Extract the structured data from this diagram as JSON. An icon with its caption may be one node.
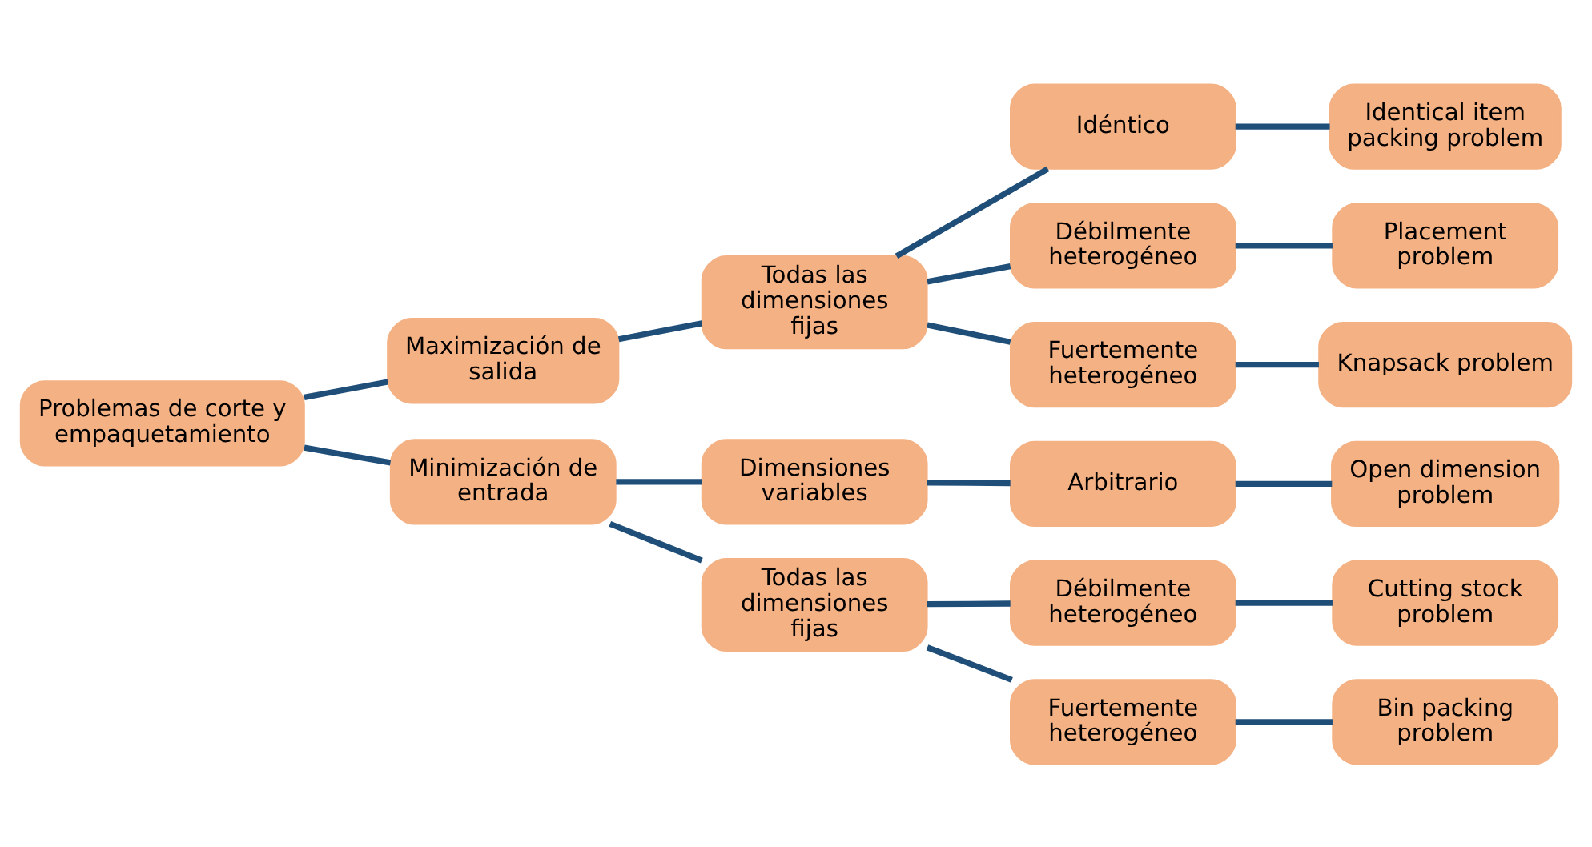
{
  "diagram": {
    "nodes": [
      {
        "text": [
          "Problemas de corte y empaquetamiento"
        ]
      },
      {
        "text": [
          "Maximización de salida"
        ]
      },
      {
        "text": [
          "Todas las dimensiones fijas"
        ]
      },
      {
        "text": [
          "Idéntico"
        ]
      },
      {
        "text": [
          "Identical item packing problem"
        ]
      },
      {
        "text": [
          "Débilmente heterogéneo"
        ]
      },
      {
        "text": [
          "Placement problem"
        ]
      },
      {
        "text": [
          "Fuertemente heterogéneo"
        ]
      },
      {
        "text": [
          "Knapsack problem"
        ]
      },
      {
        "text": [
          "Minimización de entrada"
        ]
      },
      {
        "text": [
          "Dimensiones variables"
        ]
      },
      {
        "text": [
          "Arbitrario"
        ]
      },
      {
        "text": [
          "Open dimension problem"
        ]
      },
      {
        "text": [
          "Todas las dimensiones fijas"
        ]
      },
      {
        "text": [
          "Débilmente heterogéneo"
        ]
      },
      {
        "text": [
          "Cutting stock problem"
        ]
      },
      {
        "text": [
          "Fuertemente heterogéneo"
        ]
      },
      {
        "text": [
          "Bin packing problem"
        ]
      }
    ],
    "edges": [
      {
        "from": 0,
        "to": 1,
        "arrow": "none"
      },
      {
        "from": 0,
        "to": 9,
        "arrow": "none"
      },
      {
        "from": 1,
        "to": 2,
        "arrow": "none"
      },
      {
        "from": 2,
        "to": 3,
        "arrow": "none"
      },
      {
        "from": 2,
        "to": 5,
        "arrow": "none"
      },
      {
        "from": 2,
        "to": 7,
        "arrow": "none"
      },
      {
        "from": 3,
        "to": 4,
        "arrow": "none"
      },
      {
        "from": 5,
        "to": 6,
        "arrow": "none"
      },
      {
        "from": 7,
        "to": 8,
        "arrow": "none"
      },
      {
        "from": 9,
        "to": 10,
        "arrow": "none"
      },
      {
        "from": 9,
        "to": 13,
        "arrow": "none"
      },
      {
        "from": 10,
        "to": 11,
        "arrow": "none"
      },
      {
        "from": 11,
        "to": 12,
        "arrow": "none"
      },
      {
        "from": 13,
        "to": 14,
        "arrow": "none"
      },
      {
        "from": 13,
        "to": 16,
        "arrow": "none"
      },
      {
        "from": 14,
        "to": 15,
        "arrow": "none"
      },
      {
        "from": 16,
        "to": 17,
        "arrow": "none"
      }
    ]
  }
}
